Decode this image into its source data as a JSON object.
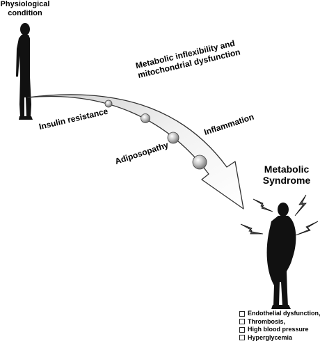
{
  "physiological_label": "Physiological condition",
  "syndrome_label": "Metabolic Syndrome",
  "arrow_labels": {
    "insulin": "Insulin resistance",
    "metabolic": "Metabolic inflexibility and mitochondrial dysfunction",
    "adiposopathy": "Adiposopathy",
    "inflammation": "Inflammation"
  },
  "outcomes": [
    "Endothelial dysfunction,",
    "Thrombosis,",
    "High blood pressure",
    "Hyperglycemia"
  ],
  "icons": {
    "healthy_person": "standing-man-silhouette",
    "obese_person": "obese-man-silhouette",
    "lightning": "lightning-bolt-icon",
    "bubble": "sphere-icon"
  }
}
